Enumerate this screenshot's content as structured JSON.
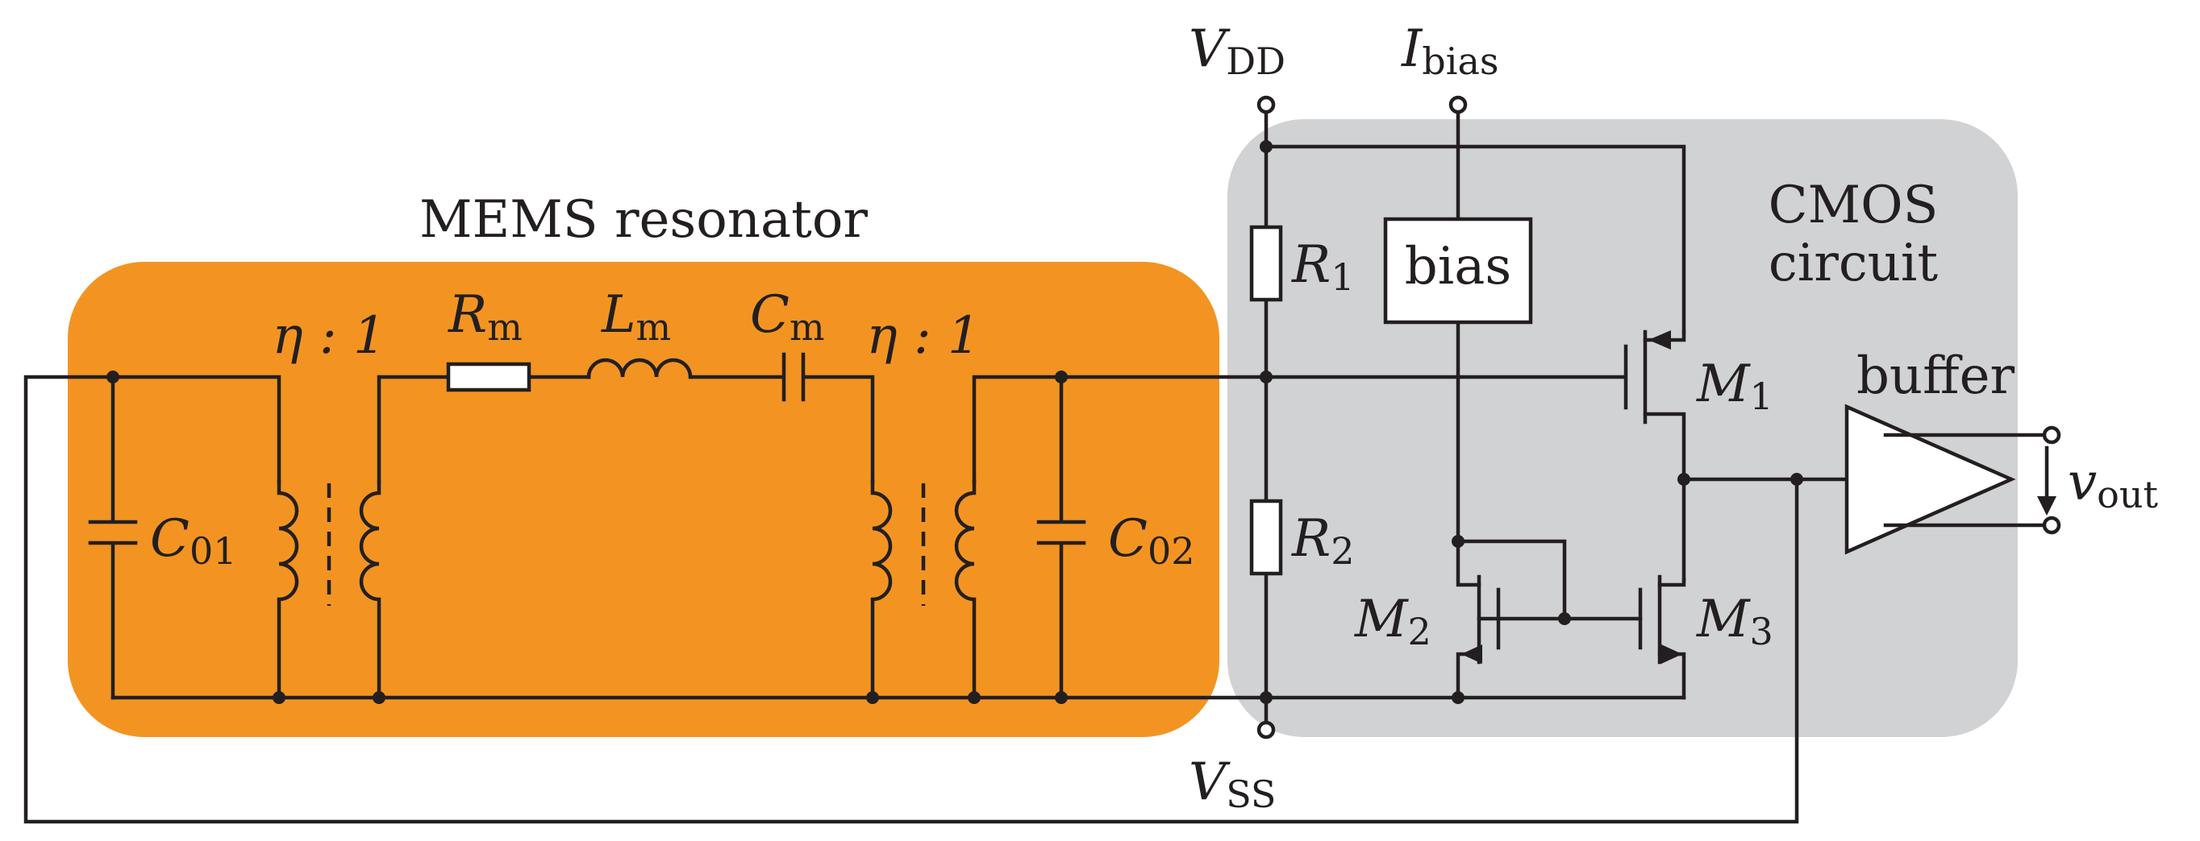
{
  "colors": {
    "mems_region": "#f39422",
    "cmos_region": "#d1d2d4",
    "wire": "#231f20"
  },
  "mems": {
    "title": "MEMS resonator",
    "ratio1": "η : 1",
    "ratio2": "η : 1",
    "Rm": {
      "sym": "R",
      "sub": "m"
    },
    "Lm": {
      "sym": "L",
      "sub": "m"
    },
    "Cm": {
      "sym": "C",
      "sub": "m"
    },
    "C01": {
      "sym": "C",
      "sub": "01"
    },
    "C02": {
      "sym": "C",
      "sub": "02"
    }
  },
  "cmos": {
    "title_line1": "CMOS",
    "title_line2": "circuit",
    "bias_label": "bias",
    "buffer_label": "buffer",
    "R1": {
      "sym": "R",
      "sub": "1"
    },
    "R2": {
      "sym": "R",
      "sub": "2"
    },
    "M1": {
      "sym": "M",
      "sub": "1"
    },
    "M2": {
      "sym": "M",
      "sub": "2"
    },
    "M3": {
      "sym": "M",
      "sub": "3"
    }
  },
  "supplies": {
    "vdd": {
      "sym": "V",
      "sub": "DD"
    },
    "ibias": {
      "sym": "I",
      "sub": "bias"
    },
    "vss": {
      "sym": "V",
      "sub": "SS"
    },
    "vout": {
      "sym": "v",
      "sub": "out"
    }
  }
}
